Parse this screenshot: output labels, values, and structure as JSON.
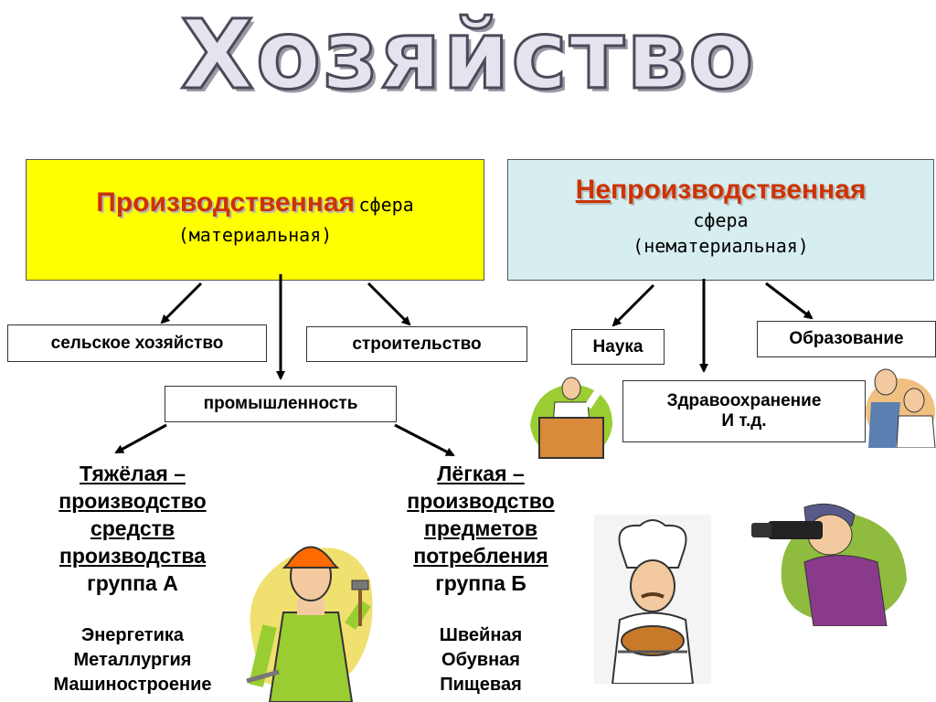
{
  "title": "Хозяйство",
  "productive": {
    "title": "Производственная",
    "word": "сфера",
    "subtitle": "(материальная)"
  },
  "nonproductive": {
    "prefix": "Не",
    "title": "производственная",
    "word": "сфера",
    "subtitle": "(нематериальная)"
  },
  "boxes": {
    "agriculture": "сельское хозяйство",
    "construction": "строительство",
    "industry": "промышленность",
    "science": "Наука",
    "education": "Образование",
    "health_line1": "Здравоохранение",
    "health_line2": "И т.д."
  },
  "heavy": {
    "line1": "Тяжёлая –",
    "line2": "производство",
    "line3": "средств",
    "line4": "производства",
    "line5": "группа А",
    "branches": [
      "Энергетика",
      "Металлургия",
      "Машиностроение"
    ]
  },
  "light": {
    "line1": "Лёгкая –",
    "line2": "производство",
    "line3": "предметов",
    "line4": "потребления",
    "line5": "группа Б",
    "branches": [
      "Швейная",
      "Обувная",
      "Пищевая"
    ]
  }
}
